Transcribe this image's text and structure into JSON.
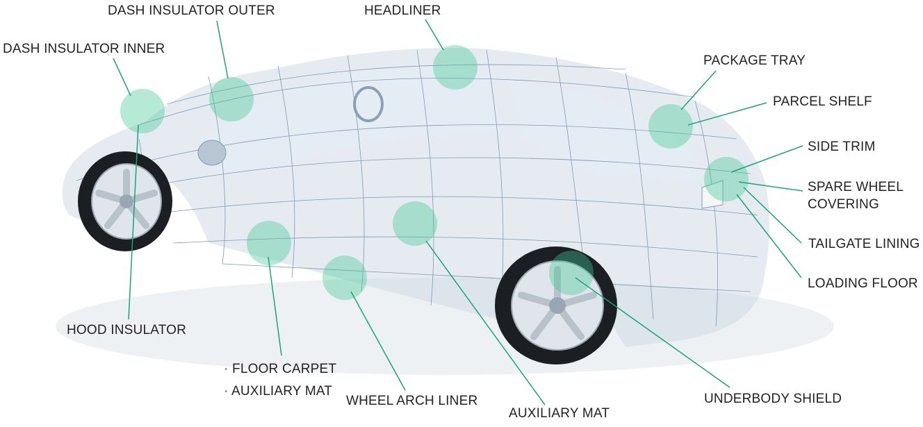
{
  "labels": {
    "dash_insulator_outer": "DASH INSULATOR OUTER",
    "headliner": "HEADLINER",
    "dash_insulator_inner": "DASH INSULATOR INNER",
    "package_tray": "PACKAGE TRAY",
    "parcel_shelf": "PARCEL SHELF",
    "side_trim": "SIDE TRIM",
    "spare_wheel_covering_1": "SPARE WHEEL",
    "spare_wheel_covering_2": "COVERING",
    "tailgate_lining": "TAILGATE LINING",
    "loading_floor": "LOADING FLOOR",
    "hood_insulator": "HOOD INSULATOR",
    "floor_carpet": "FLOOR CARPET",
    "auxiliary_mat_left": "AUXILIARY MAT",
    "wheel_arch_liner": "WHEEL ARCH LINER",
    "auxiliary_mat_bottom": "AUXILIARY MAT",
    "underbody_shield": "UNDERBODY SHIELD"
  },
  "colors": {
    "leader_line": "#1aa37a",
    "hotspot": "#43c892",
    "label_text": "#222222"
  },
  "icons": {
    "car": "wireframe-car-illustration"
  }
}
